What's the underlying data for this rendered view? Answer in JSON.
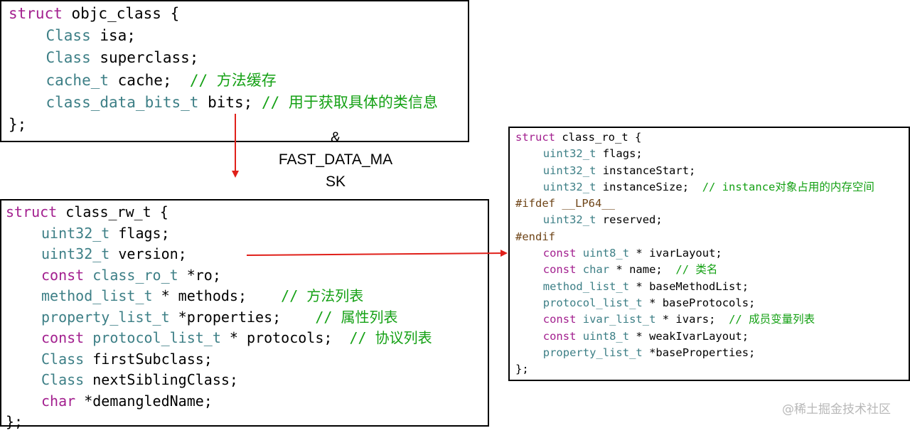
{
  "objc_class": {
    "header": [
      "struct",
      " objc_class {"
    ],
    "fields": [
      {
        "type": "Class",
        "rest": " isa;",
        "comment": ""
      },
      {
        "type": "Class",
        "rest": " superclass;",
        "comment": ""
      },
      {
        "type": "cache_t",
        "rest": " cache;  ",
        "comment": "// 方法缓存"
      },
      {
        "type": "class_data_bits_t",
        "rest": " bits; ",
        "comment": "// 用于获取具体的类信息"
      }
    ],
    "closing": "};"
  },
  "operation": {
    "line1": "&",
    "line2": "FAST_DATA_MA",
    "line3": "SK"
  },
  "class_rw_t": {
    "header": [
      "struct",
      " class_rw_t {"
    ],
    "lines": [
      {
        "kw": "",
        "type": "uint32_t",
        "rest": " flags;",
        "comment": ""
      },
      {
        "kw": "",
        "type": "uint32_t",
        "rest": " version;",
        "comment": ""
      },
      {
        "kw": "const",
        "type": "class_ro_t",
        "rest": " *ro;",
        "comment": ""
      },
      {
        "kw": "",
        "type": "method_list_t",
        "rest": " * methods;    ",
        "comment": "// 方法列表"
      },
      {
        "kw": "",
        "type": "property_list_t",
        "rest": " *properties;    ",
        "comment": "// 属性列表"
      },
      {
        "kw": "const",
        "type": "protocol_list_t",
        "rest": " * protocols;  ",
        "comment": "// 协议列表"
      },
      {
        "kw": "",
        "type": "Class",
        "rest": " firstSubclass;",
        "comment": ""
      },
      {
        "kw": "",
        "type": "Class",
        "rest": " nextSiblingClass;",
        "comment": ""
      },
      {
        "kw": "char",
        "type": "",
        "rest": " *demangledName;",
        "comment": ""
      }
    ],
    "closing": "};"
  },
  "class_ro_t": {
    "header": [
      "struct",
      " class_ro_t {"
    ],
    "lines": [
      {
        "pp": "",
        "kw": "",
        "type": "uint32_t",
        "rest": " flags;",
        "comment": ""
      },
      {
        "pp": "",
        "kw": "",
        "type": "uint32_t",
        "rest": " instanceStart;",
        "comment": ""
      },
      {
        "pp": "",
        "kw": "",
        "type": "uint32_t",
        "rest": " instanceSize;  ",
        "comment": "// instance对象占用的内存空间"
      },
      {
        "pp": "#ifdef __LP64__",
        "kw": "",
        "type": "",
        "rest": "",
        "comment": ""
      },
      {
        "pp": "",
        "kw": "",
        "type": "uint32_t",
        "rest": " reserved;",
        "comment": ""
      },
      {
        "pp": "#endif",
        "kw": "",
        "type": "",
        "rest": "",
        "comment": ""
      },
      {
        "pp": "",
        "kw": "const",
        "type": "uint8_t",
        "rest": " * ivarLayout;",
        "comment": ""
      },
      {
        "pp": "",
        "kw": "const",
        "type": "char",
        "rest": " * name;  ",
        "comment": "// 类名"
      },
      {
        "pp": "",
        "kw": "",
        "type": "method_list_t",
        "rest": " * baseMethodList;",
        "comment": ""
      },
      {
        "pp": "",
        "kw": "",
        "type": "protocol_list_t",
        "rest": " * baseProtocols;",
        "comment": ""
      },
      {
        "pp": "",
        "kw": "const",
        "type": "ivar_list_t",
        "rest": " * ivars;  ",
        "comment": "// 成员变量列表"
      },
      {
        "pp": "",
        "kw": "const",
        "type": "uint8_t",
        "rest": " * weakIvarLayout;",
        "comment": ""
      },
      {
        "pp": "",
        "kw": "",
        "type": "property_list_t",
        "rest": " *baseProperties;",
        "comment": ""
      }
    ],
    "closing": "};"
  },
  "watermark": "@稀土掘金技术社区",
  "colors": {
    "keyword": "#a3208f",
    "type": "#3d7f86",
    "comment": "#15a115",
    "preprocessor": "#6f4518",
    "arrow": "#e0201a"
  }
}
